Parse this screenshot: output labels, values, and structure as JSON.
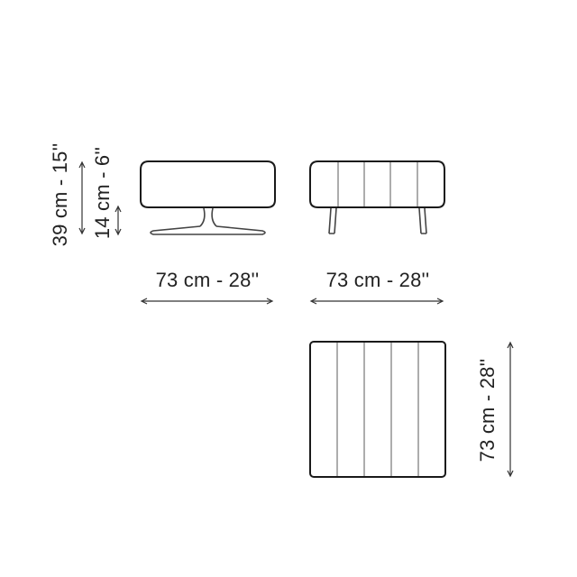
{
  "dimensions": {
    "total_height": "39 cm - 15''",
    "seat_base_height": "14 cm - 6''",
    "front_width": "73 cm - 28''",
    "side_width": "73 cm - 28''",
    "top_depth": "73 cm - 28''"
  },
  "colors": {
    "outline": "#1a1a1a",
    "seam": "#8a8a8a",
    "text": "#222222"
  }
}
